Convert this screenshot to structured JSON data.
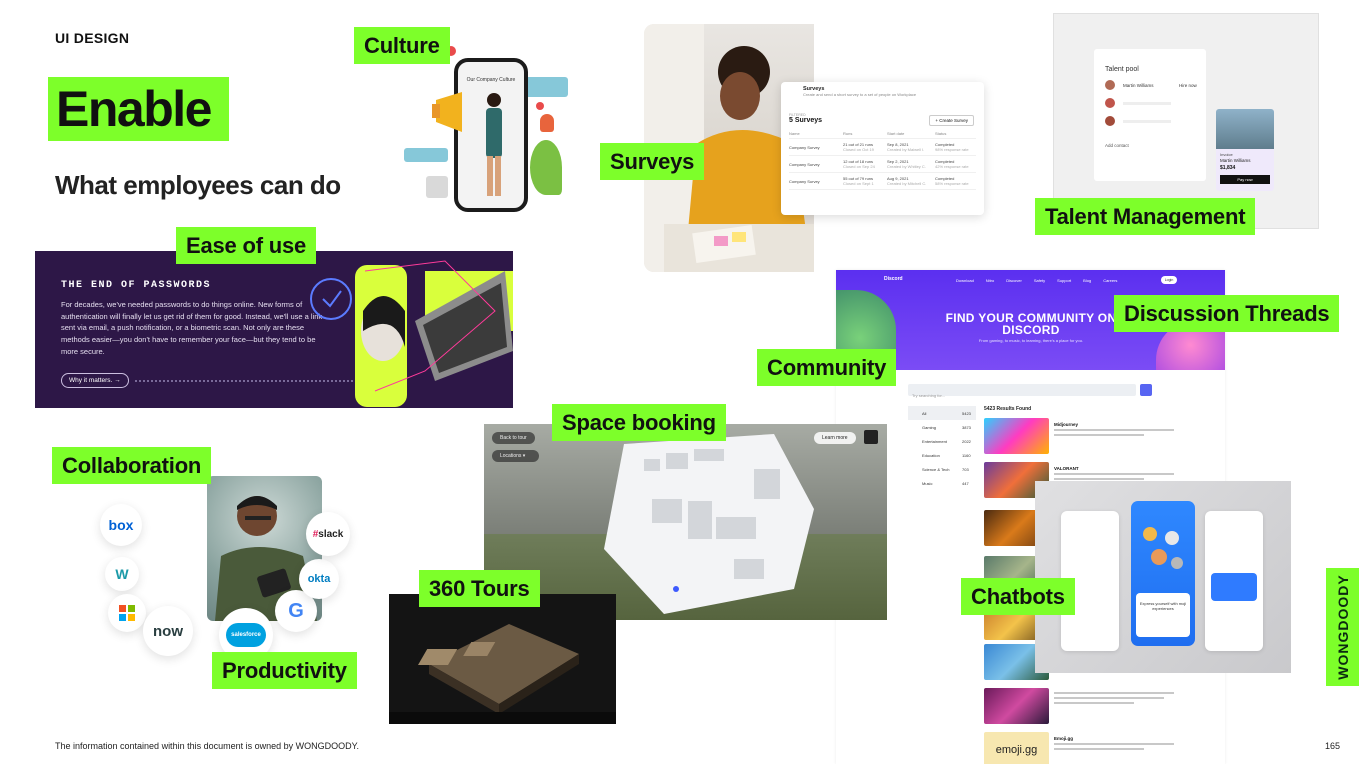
{
  "header": {
    "section_label": "UI DESIGN",
    "title": "Enable",
    "subtitle": "What employees can do"
  },
  "labels": {
    "culture": "Culture",
    "surveys": "Surveys",
    "talent_management": "Talent Management",
    "ease_of_use": "Ease of use",
    "discussion_threads": "Discussion Threads",
    "community": "Community",
    "space_booking": "Space booking",
    "collaboration": "Collaboration",
    "tours": "360 Tours",
    "chatbots": "Chatbots",
    "productivity": "Productivity"
  },
  "culture_phone": {
    "screen_title": "Our Company Culture"
  },
  "ease_panel": {
    "heading": "THE END OF PASSWORDS",
    "body": "For decades, we've needed passwords to do things online. New forms of authentication will finally let us get rid of them for good. Instead, we'll use a link sent via email, a push notification, or a biometric scan. Not only are these methods easier—you don't have to remember your face—but they tend to be more secure.",
    "cta": "Why it matters. →"
  },
  "surveys_card": {
    "title": "Surveys",
    "subtitle": "Create and send a short survey to a set of people on Workplace",
    "filter_label": "FILTERED",
    "count": "5 Surveys",
    "create_button": "+ Create Survey",
    "columns": [
      "Name",
      "Runs",
      "Start date",
      "Status"
    ],
    "rows": [
      {
        "name": "Company Survey",
        "runs": "21 out of 21 runs",
        "runs_sub": "Closed on Oct 19",
        "date": "Sep 8, 2021",
        "date_sub": "Created by Maiwell I.",
        "status": "Completed",
        "status_sub": "98% response rate"
      },
      {
        "name": "Company Survey",
        "runs": "12 out of 18 runs",
        "runs_sub": "Closed on Sep 24",
        "date": "Sep 2, 2021",
        "date_sub": "Created by Whitley C.",
        "status": "Completed",
        "status_sub": "42% response rate"
      },
      {
        "name": "Company Survey",
        "runs": "55 out of 79 runs",
        "runs_sub": "Closed on Sept 1",
        "date": "Aug 9, 2021",
        "date_sub": "Created by Mitchell C.",
        "status": "Completed",
        "status_sub": "58% response rate"
      }
    ]
  },
  "talent_card": {
    "title": "Talent pool",
    "person": "Martin Williams",
    "action": "Hire now",
    "add_contact": "Add contact",
    "invoice_label": "Invoice",
    "invoice_name": "Martin Williams",
    "invoice_amount": "$1,834",
    "pay_button": "Pay now"
  },
  "discord": {
    "brand": "Discord",
    "nav": [
      "Download",
      "Nitro",
      "Discover",
      "Safety",
      "Support",
      "Blog",
      "Careers"
    ],
    "login": "Login",
    "hero_line1": "FIND YOUR COMMUNITY ON",
    "hero_line2": "DISCORD",
    "hero_sub": "From gaming, to music, to learning, there's a place for you.",
    "search_placeholder": "Try searching for...",
    "results_count": "5423 Results Found",
    "categories": [
      {
        "label": "All",
        "count": "5423"
      },
      {
        "label": "Gaming",
        "count": "3873"
      },
      {
        "label": "Entertainment",
        "count": "2022"
      },
      {
        "label": "Education",
        "count": "1160"
      },
      {
        "label": "Science & Tech",
        "count": "703"
      },
      {
        "label": "Music",
        "count": "447"
      }
    ],
    "results": [
      {
        "title": "Midjourney"
      },
      {
        "title": "VALORANT"
      },
      {
        "title": ""
      },
      {
        "title": ""
      },
      {
        "title": ""
      },
      {
        "title": ""
      },
      {
        "title": ""
      },
      {
        "title": "Emoji.gg"
      }
    ],
    "emoji_logo": "emoji.gg"
  },
  "chatbot_card": {
    "headline": "Express yourself with moji experiences"
  },
  "space_booking": {
    "back_button": "Back to tour",
    "locations": "Locations",
    "learn_more": "Learn more"
  },
  "collab_logos": {
    "box": "box",
    "slack": "slack",
    "okta": "okta",
    "now": "now",
    "salesforce": "salesforce",
    "google": "G",
    "wrike": "W"
  },
  "brand_side": "WONGDOODY",
  "footer": {
    "notice": "The information contained within this document is owned by WONGDOODY.",
    "page_number": "165"
  }
}
